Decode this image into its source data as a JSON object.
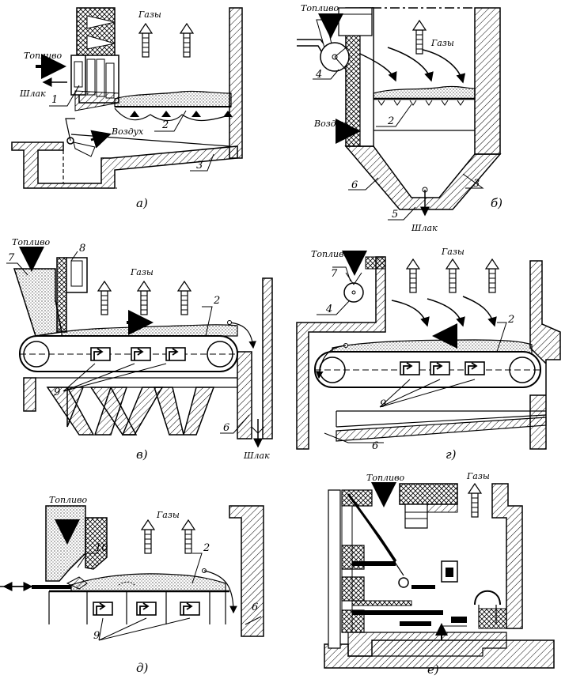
{
  "labels": {
    "fuel": "Топливо",
    "gases": "Газы",
    "slag": "Шлак",
    "air": "Воздух"
  },
  "numbers": {
    "n1": "1",
    "n2": "2",
    "n3": "3",
    "n4": "4",
    "n5": "5",
    "n6": "6",
    "n7": "7",
    "n8": "8",
    "n9": "9",
    "n10": "10"
  },
  "panels": [
    {
      "id": "a",
      "caption": "а)"
    },
    {
      "id": "b",
      "caption": "б)"
    },
    {
      "id": "v",
      "caption": "в)"
    },
    {
      "id": "g",
      "caption": "г)"
    },
    {
      "id": "d",
      "caption": "д)"
    },
    {
      "id": "e",
      "caption": "е)"
    }
  ]
}
